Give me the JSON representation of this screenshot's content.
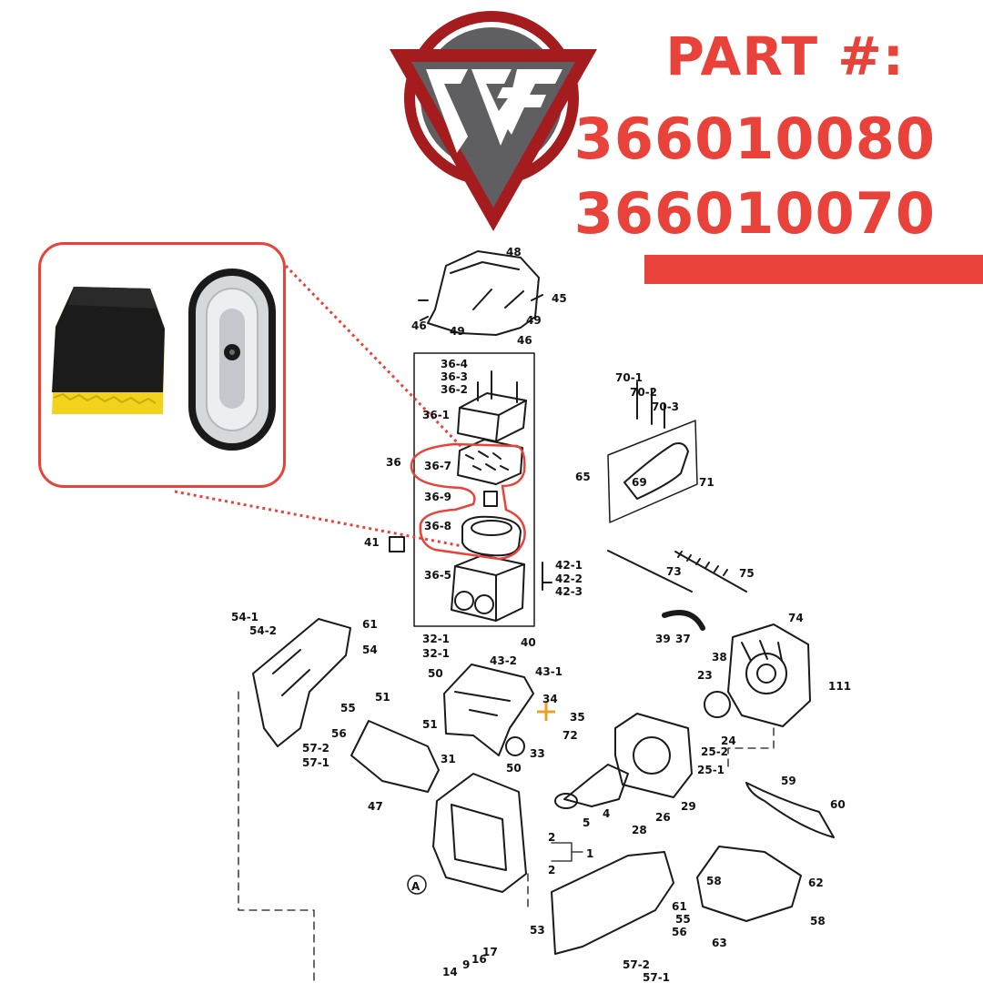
{
  "header": {
    "line1": "PART #:",
    "line2": "366010080",
    "line3": "366010070"
  },
  "colors": {
    "accent": "#e8423a",
    "logo_dark": "#a51c1f",
    "logo_gray": "#5f5f61",
    "foam_black": "#1b1b1b",
    "foam_yellow": "#f2d21a"
  },
  "logo": {
    "type": "brand-logo-ccf"
  },
  "diagram": {
    "labels": [
      "48",
      "45",
      "46",
      "49",
      "46",
      "49",
      "36-4",
      "36-3",
      "36-2",
      "36-1",
      "36",
      "36-7",
      "36-9",
      "36-8",
      "36-5",
      "41",
      "42-1",
      "42-2",
      "42-3",
      "70-1",
      "70-2",
      "70-3",
      "65",
      "69",
      "71",
      "73",
      "75",
      "54-1",
      "54-2",
      "61",
      "54",
      "39",
      "37",
      "74",
      "38",
      "32-1",
      "32-1",
      "40",
      "43-2",
      "43-1",
      "50",
      "23",
      "111",
      "51",
      "55",
      "56",
      "51",
      "34",
      "35",
      "72",
      "24",
      "25-2",
      "25-1",
      "57-2",
      "57-1",
      "31",
      "50",
      "33",
      "47",
      "59",
      "4",
      "5",
      "28",
      "26",
      "29",
      "60",
      "2",
      "1",
      "2",
      "A",
      "61",
      "55",
      "56",
      "62",
      "58",
      "58",
      "53",
      "63",
      "57-2",
      "57-1",
      "14",
      "9",
      "16",
      "17"
    ]
  }
}
